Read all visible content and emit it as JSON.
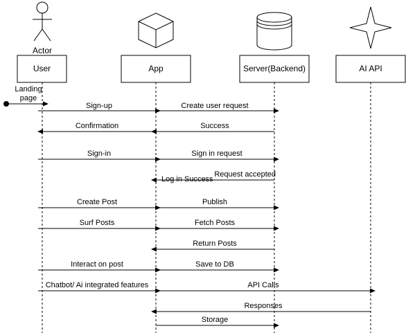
{
  "actor_caption": "Actor",
  "participants": [
    {
      "id": "user",
      "label": "User",
      "icon": "actor-stick-figure-icon"
    },
    {
      "id": "app",
      "label": "App",
      "icon": "cube-icon"
    },
    {
      "id": "server",
      "label": "Server(Backend)",
      "icon": "database-cylinder-icon"
    },
    {
      "id": "ai",
      "label": "AI API",
      "icon": "four-point-star-icon"
    }
  ],
  "entry": {
    "line1": "Landing",
    "line2": "page"
  },
  "messages": [
    {
      "label": "Sign-up",
      "from": "user",
      "to": "app"
    },
    {
      "label": "Create user request",
      "from": "app",
      "to": "server"
    },
    {
      "label": "Confirmation",
      "from": "app",
      "to": "user"
    },
    {
      "label": "Success",
      "from": "server",
      "to": "app"
    },
    {
      "label": "Sign-in",
      "from": "user",
      "to": "app"
    },
    {
      "label": "Sign in request",
      "from": "app",
      "to": "server"
    },
    {
      "label": "Request accepted",
      "from": "server",
      "to": "app"
    },
    {
      "label": "Log in Success",
      "from": "server",
      "to": "app"
    },
    {
      "label": "Create Post",
      "from": "user",
      "to": "app"
    },
    {
      "label": "Publish",
      "from": "app",
      "to": "server"
    },
    {
      "label": "Surf Posts",
      "from": "user",
      "to": "app"
    },
    {
      "label": "Fetch Posts",
      "from": "app",
      "to": "server"
    },
    {
      "label": "Return Posts",
      "from": "server",
      "to": "app"
    },
    {
      "label": "Interact on post",
      "from": "user",
      "to": "app"
    },
    {
      "label": "Save to DB",
      "from": "app",
      "to": "server"
    },
    {
      "label": "Chatbot/ Ai integrated features",
      "from": "user",
      "to": "app"
    },
    {
      "label": "API Calls",
      "from": "app",
      "to": "ai"
    },
    {
      "label": "Responses",
      "from": "ai",
      "to": "app"
    },
    {
      "label": "Storage",
      "from": "app",
      "to": "server"
    }
  ]
}
